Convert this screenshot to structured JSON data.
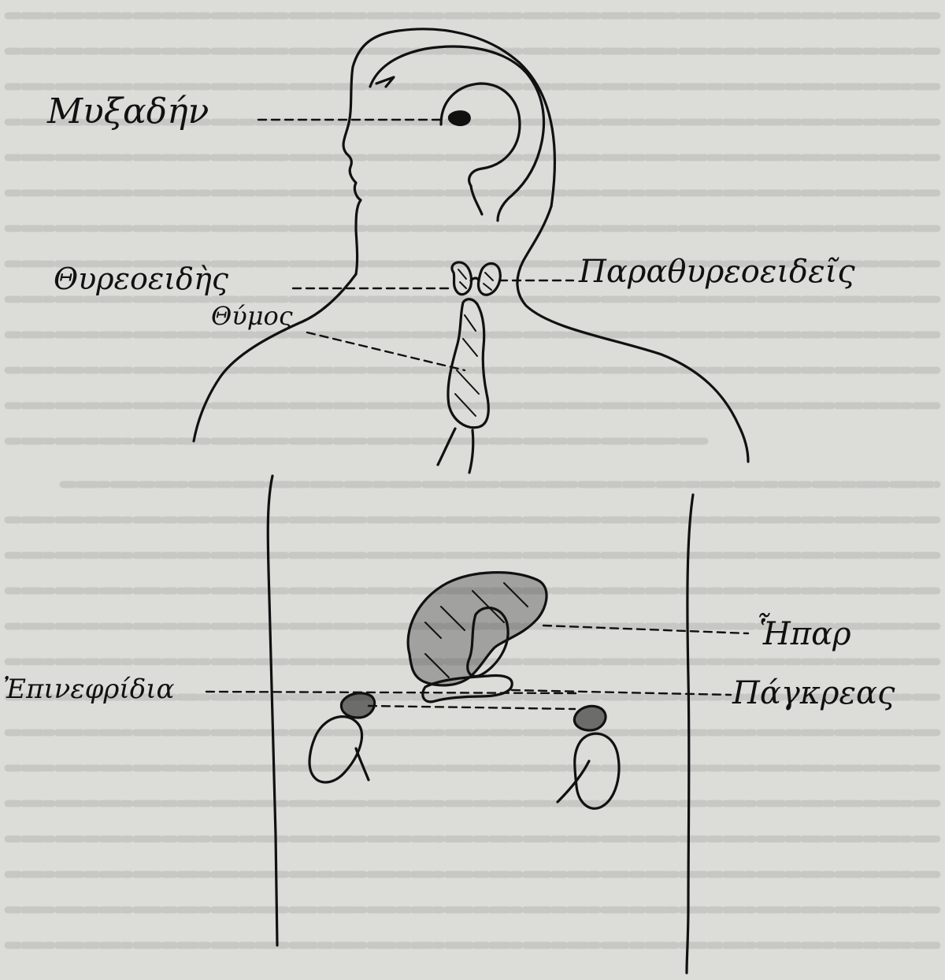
{
  "labels": {
    "myxadin": "Μυξαδήν",
    "thyroid": "Θυρεοειδὴς",
    "thymus": "Θύμος",
    "parathyroid": "Παραθυρεοειδεῖς",
    "liver": "Ἧπαρ",
    "adrenal": "Ἐπινεφρίδια",
    "pancreas": "Πάγκρεας"
  },
  "colors": {
    "paper": "#dcdcd9",
    "ink": "#111111",
    "background_text": "#6b6b6b"
  }
}
